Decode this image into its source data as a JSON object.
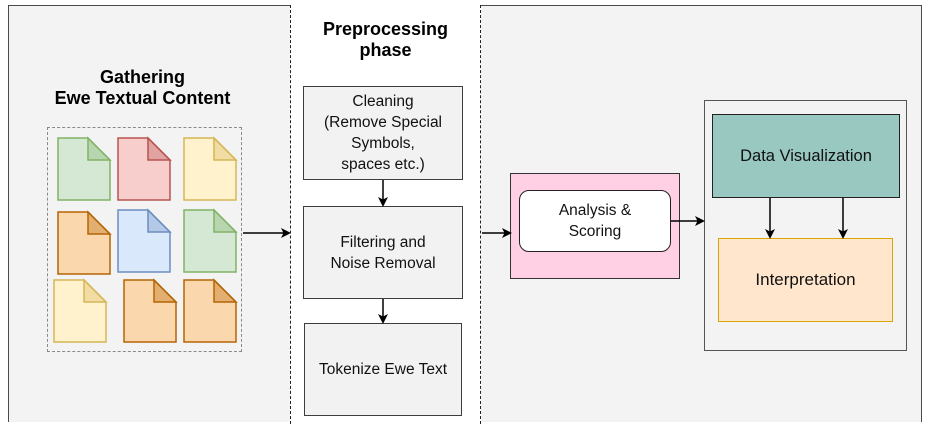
{
  "gathering": {
    "line1": "Gathering",
    "line2": "Ewe Textual Content"
  },
  "preprocessing": {
    "title_line1": "Preprocessing",
    "title_line2": "phase",
    "steps": [
      {
        "lines": [
          "Cleaning",
          "(Remove Special",
          "Symbols,",
          "spaces etc.)"
        ]
      },
      {
        "lines": [
          "Filtering and",
          "Noise Removal"
        ]
      },
      {
        "lines": [
          "Tokenize Ewe Text"
        ]
      }
    ]
  },
  "analysis": {
    "line1": "Analysis &",
    "line2": "Scoring"
  },
  "output": {
    "data_visualization": "Data Visualization",
    "interpretation": "Interpretation"
  },
  "documents": [
    {
      "icon": "document-icon",
      "fill": "#d5e8d4",
      "stroke": "#82b366"
    },
    {
      "icon": "document-icon",
      "fill": "#f8cecc",
      "stroke": "#b85450"
    },
    {
      "icon": "document-icon",
      "fill": "#fff2cc",
      "stroke": "#d6b656"
    },
    {
      "icon": "document-icon",
      "fill": "#fad7ac",
      "stroke": "#b46504"
    },
    {
      "icon": "document-icon",
      "fill": "#dae8fc",
      "stroke": "#6c8ebf"
    },
    {
      "icon": "document-icon",
      "fill": "#d5e8d4",
      "stroke": "#82b366"
    },
    {
      "icon": "document-icon",
      "fill": "#fff2cc",
      "stroke": "#d6b656"
    },
    {
      "icon": "document-icon",
      "fill": "#fad7ac",
      "stroke": "#b46504"
    },
    {
      "icon": "document-icon",
      "fill": "#fad7ac",
      "stroke": "#b46504"
    }
  ],
  "colors": {
    "analysis_container": "#ffcfe3",
    "data_visualization": "#99c8c1",
    "interpretation": "#ffe6cc",
    "interpretation_border": "#d9a300"
  }
}
